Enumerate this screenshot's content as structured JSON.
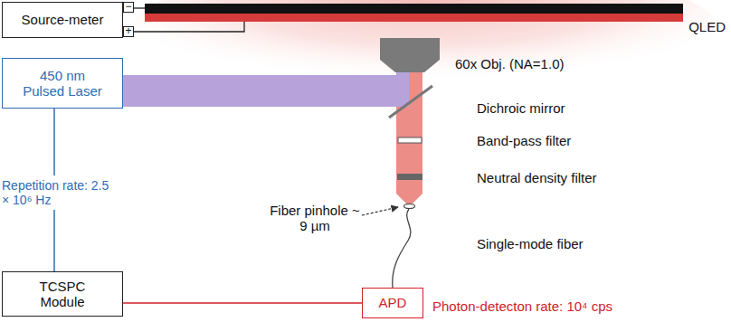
{
  "diagram": {
    "nodes": [
      {
        "text": [
          "Source-meter"
        ]
      },
      {
        "text": [
          "QLED"
        ]
      },
      {
        "text": [
          "450 nm Pulsed Laser"
        ]
      },
      {
        "text": [
          "TCSPC Module"
        ]
      },
      {
        "text": [
          "APD"
        ]
      }
    ],
    "edges": [
      {
        "from": 0,
        "to": 1,
        "arrow": "none"
      },
      {
        "from": 0,
        "to": 1,
        "arrow": "none"
      },
      {
        "from": 2,
        "to": 3,
        "arrow": "none",
        "label": "Repetition rate: 2.5 × 10⁶ Hz"
      },
      {
        "from": 3,
        "to": 4,
        "arrow": "none"
      }
    ],
    "labels": [
      "−",
      "+",
      "60x Obj. (NA=1.0)",
      "Dichroic mirror",
      "Band-pass filter",
      "Neutral density filter",
      "Fiber pinhole ~ 9 µm",
      "Single-mode fiber",
      "Photon-detecton rate: 10⁴ cps"
    ]
  }
}
